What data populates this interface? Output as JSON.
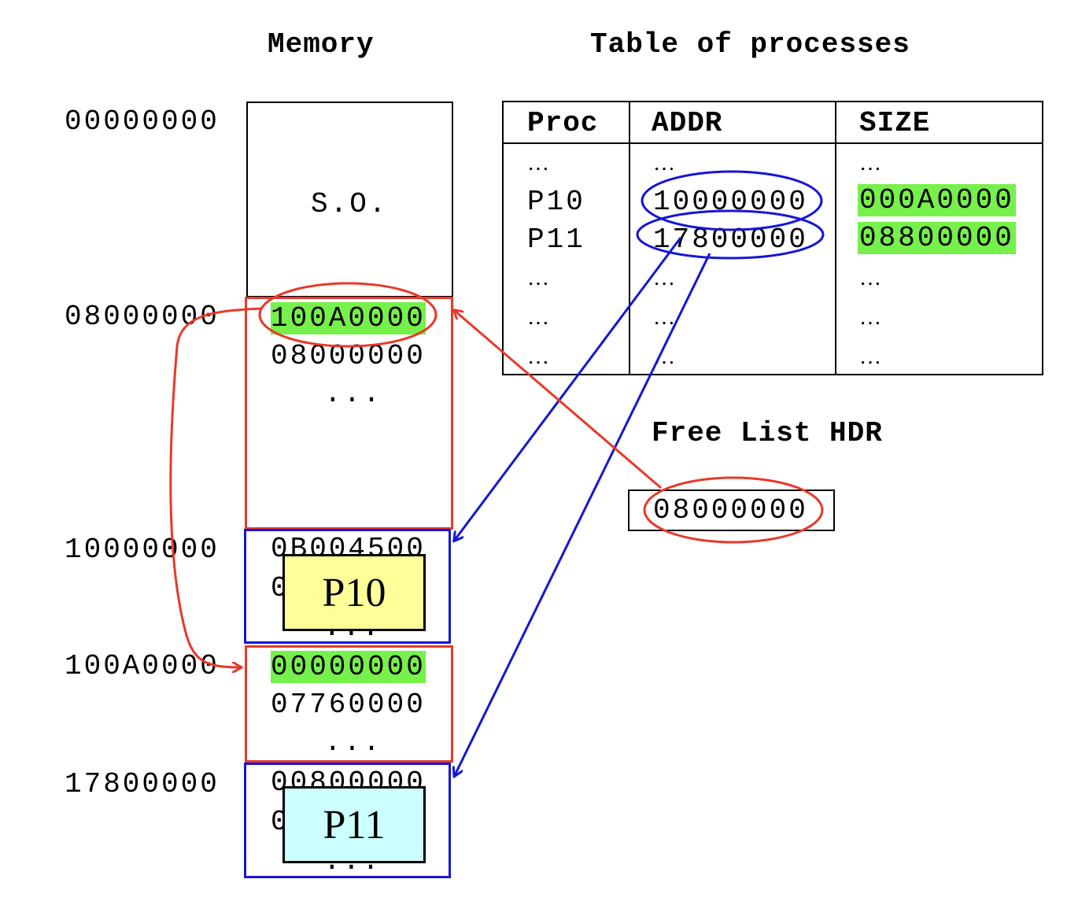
{
  "titles": {
    "memory": "Memory",
    "table": "Table of processes",
    "free_list": "Free List HDR"
  },
  "memory": {
    "addresses": [
      "00000000",
      "08000000",
      "10000000",
      "100A0000",
      "17800000"
    ],
    "os_label": "S.O.",
    "free_block_1": {
      "next": "100A0000",
      "size": "08000000",
      "dots": "..."
    },
    "p10_block": {
      "line1": "0B004500",
      "line2": "0",
      "line2_end": "0",
      "dots": "...",
      "label": "P10"
    },
    "free_block_2": {
      "next": "00000000",
      "size": "07760000",
      "dots": "..."
    },
    "p11_block": {
      "line1": "00800000",
      "line2": "0",
      "line2_end": "0",
      "dots": "...",
      "label": "P11"
    }
  },
  "table": {
    "headers": [
      "Proc",
      "ADDR",
      "SIZE"
    ],
    "rows": [
      [
        "…",
        "…",
        "…"
      ],
      [
        "P10",
        "10000000",
        "000A0000"
      ],
      [
        "P11",
        "17800000",
        "08800000"
      ],
      [
        "…",
        "…",
        "…"
      ],
      [
        "…",
        "…",
        "…"
      ],
      [
        "…",
        "…",
        "…"
      ]
    ]
  },
  "free_list_hdr": {
    "value": "08000000"
  },
  "colors": {
    "highlight": "#76f04a",
    "red": "#e8392a",
    "blue": "#1515d8",
    "p10_fill": "#ffff99",
    "p11_fill": "#ccffff"
  }
}
